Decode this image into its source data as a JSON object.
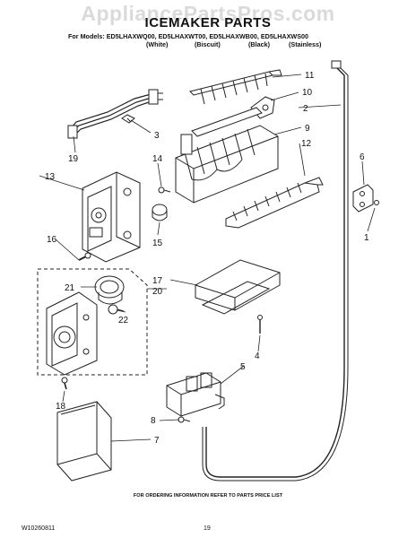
{
  "header": {
    "watermark": "AppliancePartsPros.com",
    "title": "ICEMAKER PARTS",
    "models_line": "For Models: ED5LHAXWQ00, ED5LHAXWT00, ED5LHAXWB00, ED5LHAXWS00",
    "colors": [
      "(White)",
      "(Biscuit)",
      "(Black)",
      "(Stainless)"
    ]
  },
  "callouts": {
    "c1": "1",
    "c2": "2",
    "c3": "3",
    "c4": "4",
    "c5": "5",
    "c6": "6",
    "c7": "7",
    "c8": "8",
    "c9": "9",
    "c10": "10",
    "c11": "11",
    "c12": "12",
    "c13": "13",
    "c14": "14",
    "c15": "15",
    "c16": "16",
    "c17": "17",
    "c18": "18",
    "c19": "19",
    "c20": "20",
    "c21": "21",
    "c22": "22"
  },
  "footer": {
    "note": "FOR ORDERING INFORMATION REFER TO PARTS PRICE LIST",
    "doc_number": "W10260811",
    "page_number": "19"
  }
}
